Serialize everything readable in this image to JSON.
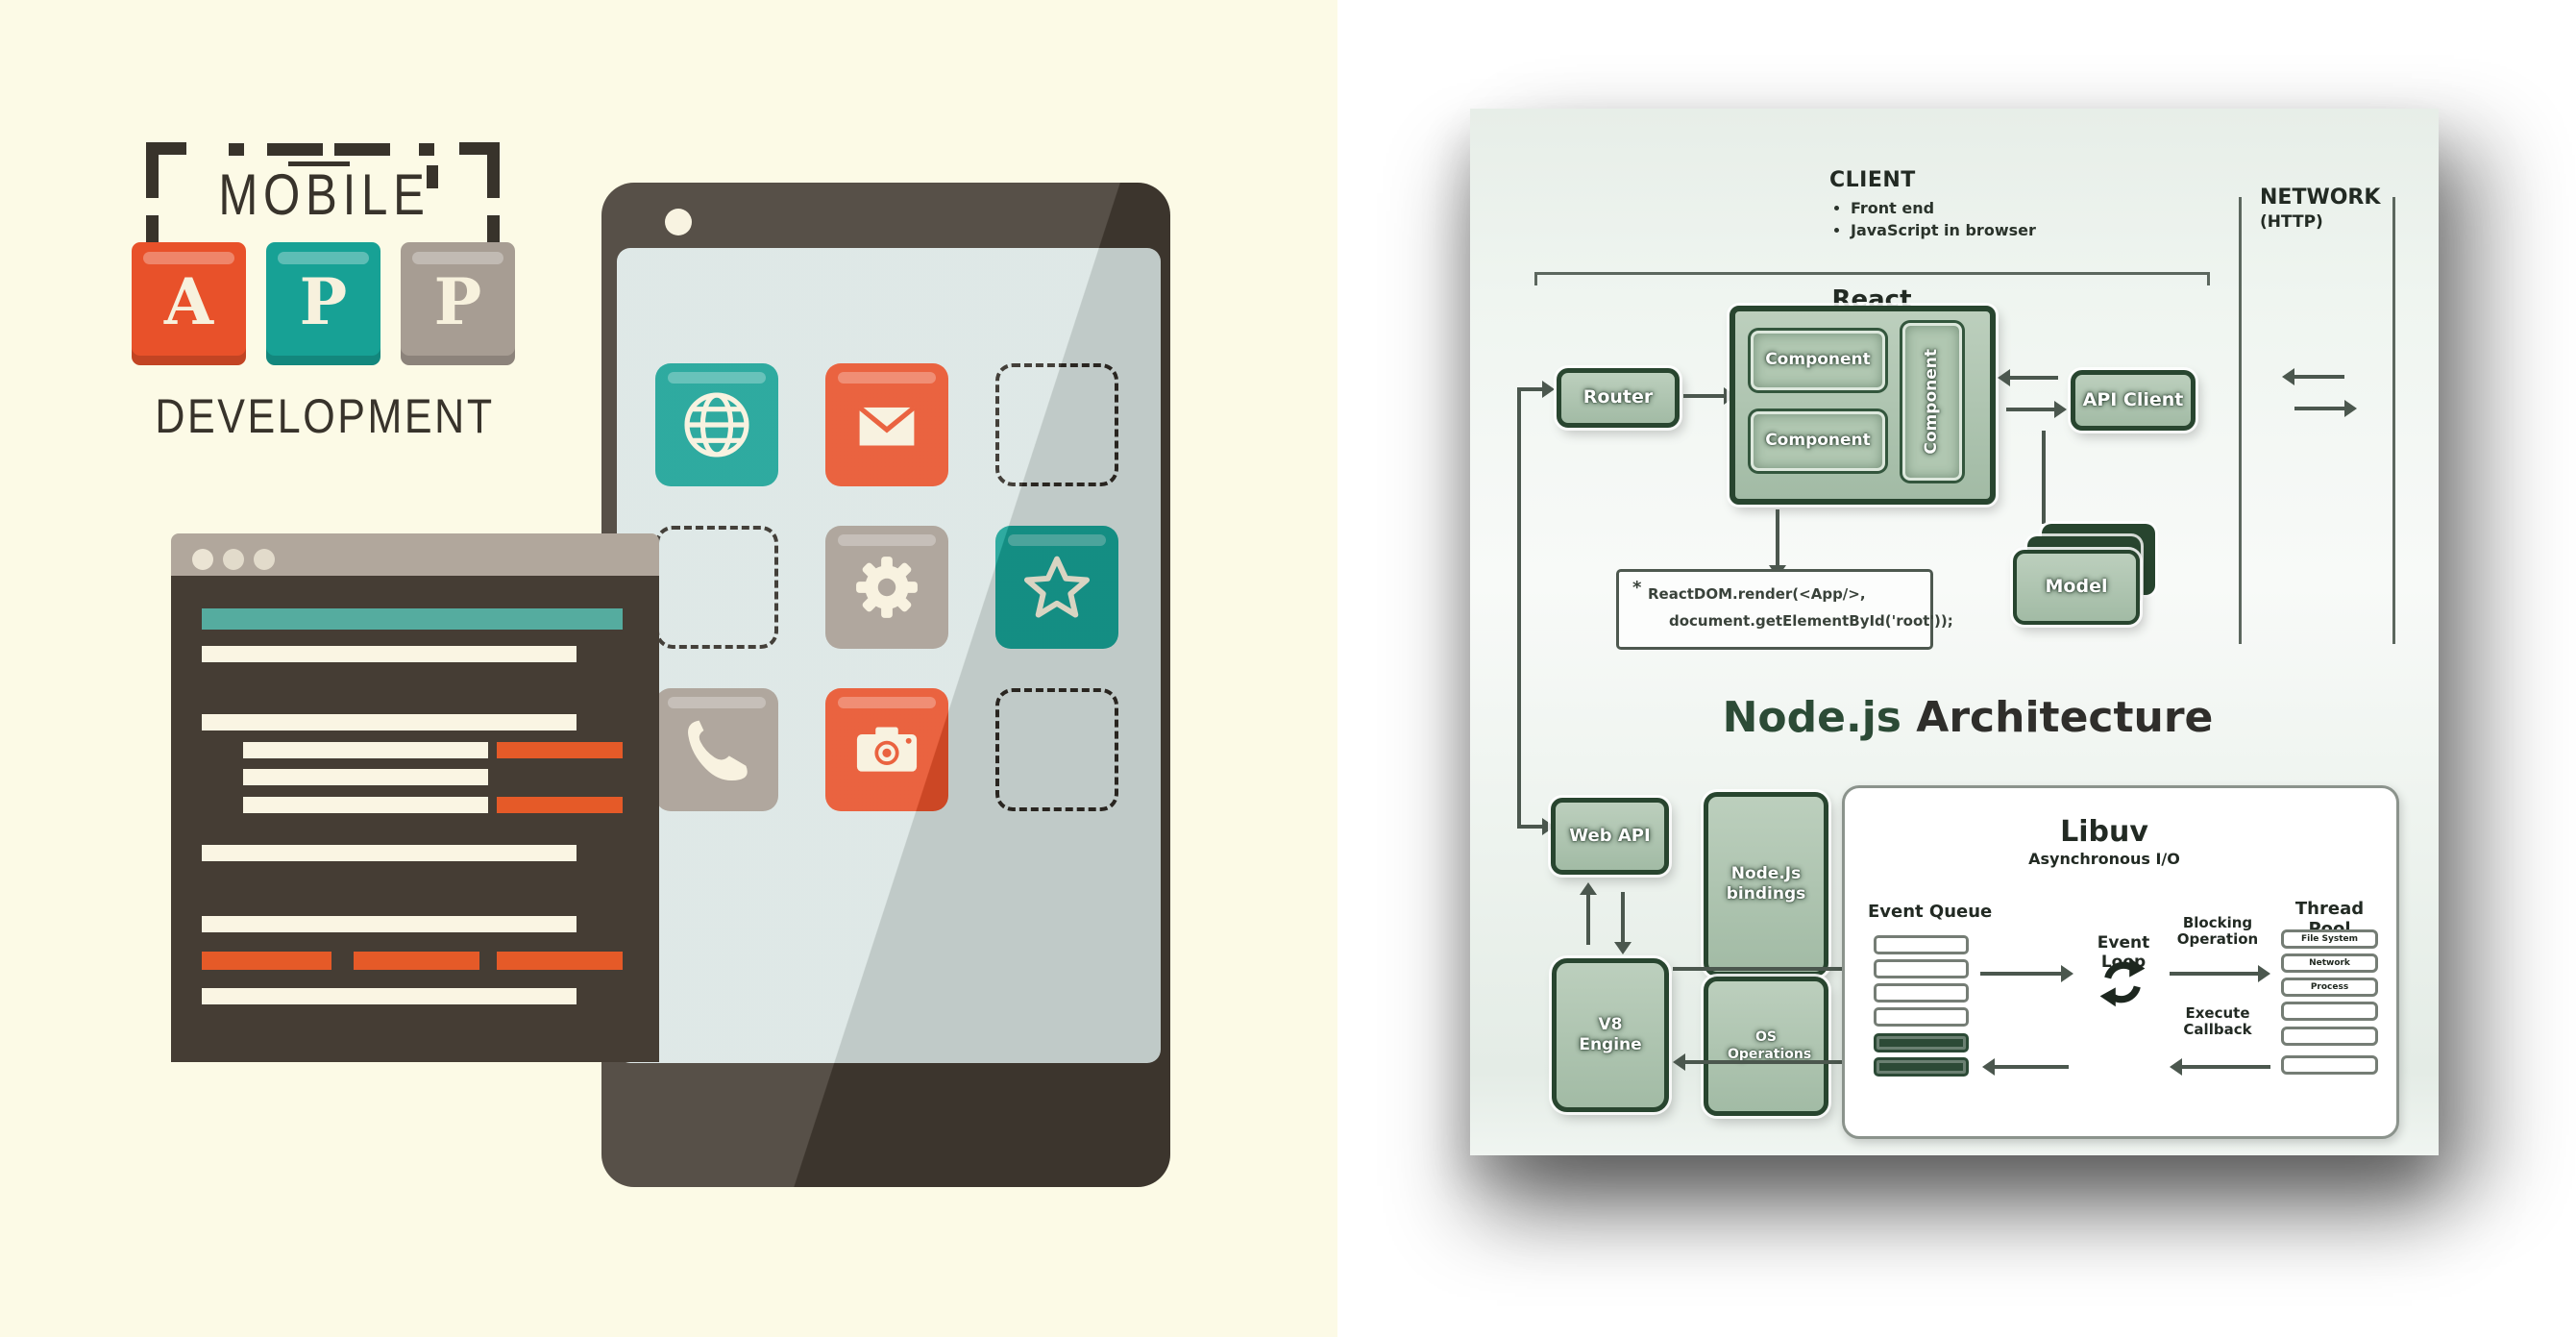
{
  "left": {
    "title_top": "MOBILE",
    "title_bottom": "DEVELOPMENT",
    "app_letters": [
      "A",
      "P",
      "P"
    ],
    "app_icons": [
      "globe",
      "mail",
      "empty",
      "empty",
      "gear",
      "star",
      "phone-handset",
      "camera",
      "empty"
    ]
  },
  "diagram": {
    "client": {
      "heading": "CLIENT",
      "bullets": [
        "Front end",
        "JavaScript in browser"
      ]
    },
    "network": {
      "heading": "NETWORK",
      "subheading": "(HTTP)"
    },
    "react": {
      "group_label": "React",
      "router": "Router",
      "components": [
        "Component",
        "Component",
        "Component"
      ],
      "api_client": "API Client",
      "model": "Model",
      "code_marker": "*",
      "code_line1": "ReactDOM.render(<App/>,",
      "code_line2": "document.getElementById('root'));"
    },
    "section_title": {
      "accent": "Node.js",
      "rest": " Architecture"
    },
    "node": {
      "web_api": "Web API",
      "bindings": "Node.Js bindings",
      "v8": "V8 Engine",
      "os": "OS Operations"
    },
    "libuv": {
      "title": "Libuv",
      "subtitle": "Asynchronous I/O",
      "event_queue": "Event Queue",
      "event_loop": "Event Loop",
      "blocking": "Blocking Operation",
      "execute": "Execute Callback",
      "thread_pool": "Thread Pool",
      "threads": [
        "File System",
        "Network",
        "Process",
        "",
        "",
        ""
      ]
    }
  },
  "colors": {
    "orange": "#e8512a",
    "teal": "#17a195",
    "taupe": "#a79d93",
    "cream_bg": "#fcfae6",
    "phone_body": "#443c33",
    "sage": "#aec3af",
    "dark_green": "#28452f",
    "ink": "#38332b"
  }
}
